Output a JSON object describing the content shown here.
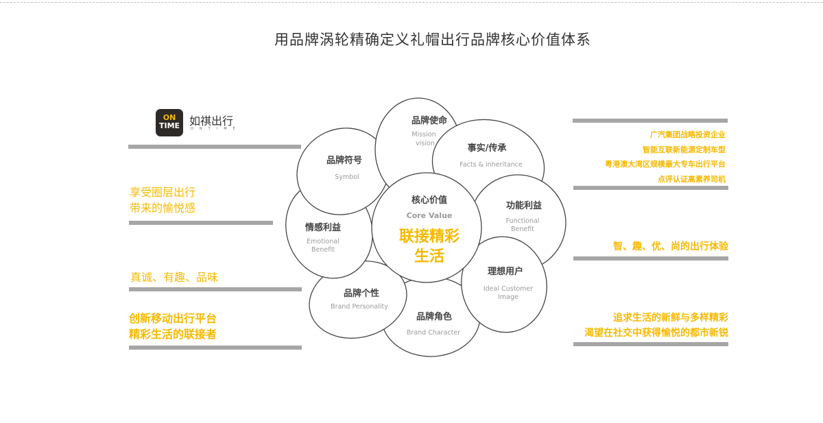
{
  "title": "用品牌涡轮精确定义礼帽出行品牌核心价值体系",
  "logo": {
    "mark_top": "ON",
    "mark_bottom": "TIME",
    "name": "如祺出行",
    "sub": "ONTIME"
  },
  "left": {
    "item1": [
      "享受圈层出行",
      "带来的愉悦感"
    ],
    "item2": "真诚、有趣、品味",
    "item3": [
      "创新移动出行平台",
      "精彩生活的联接者"
    ]
  },
  "right": {
    "facts": [
      "广汽集团战略投资企业",
      "智能互联新能源定制车型",
      "粤港澳大湾区规模最大专车出行平台",
      "点评认证高素养司机"
    ],
    "functional": "智、趣、优、尚的出行体验",
    "ideal": [
      "追求生活的新鲜与多样精彩",
      "渴望在社交中获得愉悦的都市新锐"
    ]
  },
  "center": {
    "cn": "核心价值",
    "en": "Core Value",
    "value": [
      "联接精彩",
      "生活"
    ]
  },
  "petals": [
    {
      "cn": "品牌使命",
      "en": [
        "Mission",
        "vision"
      ]
    },
    {
      "cn": "事实/传承",
      "en": [
        "Facts & inheritance"
      ]
    },
    {
      "cn": "功能利益",
      "en": [
        "Functional",
        "Benefit"
      ]
    },
    {
      "cn": "理想用户",
      "en": [
        "Ideal Customer",
        "Image"
      ]
    },
    {
      "cn": "品牌角色",
      "en": [
        "Brand Character"
      ]
    },
    {
      "cn": "品牌个性",
      "en": [
        "Brand Personality"
      ]
    },
    {
      "cn": "情感利益",
      "en": [
        "Emotional",
        "Benefit"
      ]
    },
    {
      "cn": "品牌符号",
      "en": [
        "Symbol"
      ]
    }
  ],
  "colors": {
    "accent": "#f6b900",
    "bar": "#a6a6a6"
  }
}
